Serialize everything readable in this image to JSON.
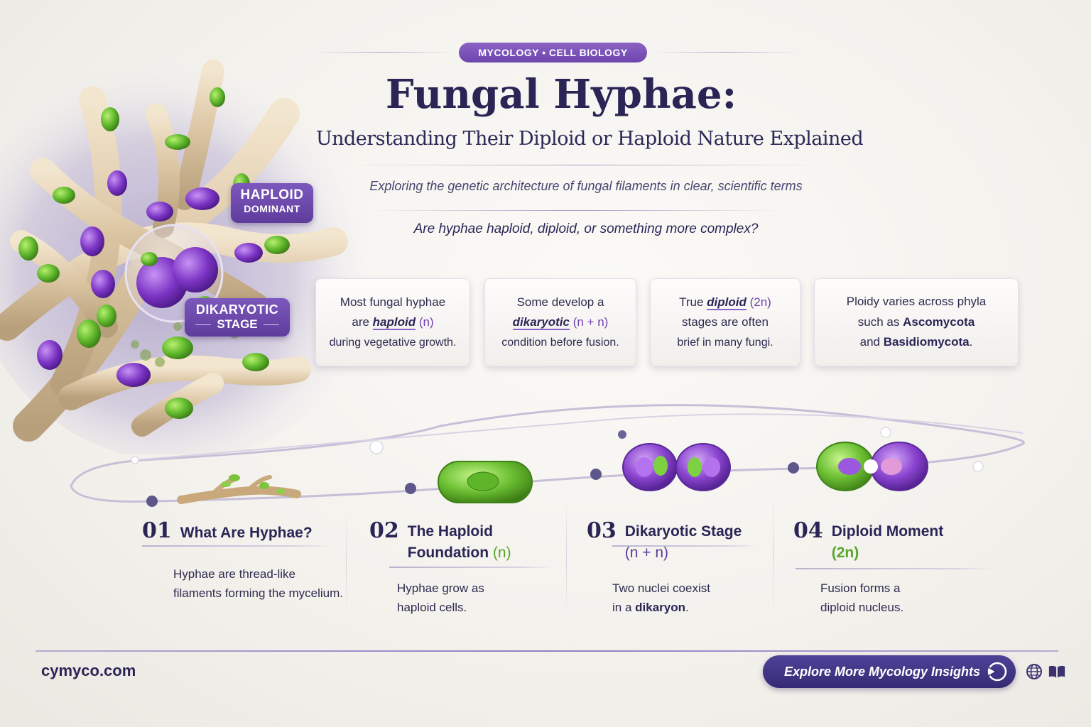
{
  "tag": "MYCOLOGY • CELL BIOLOGY",
  "title": "Fungal Hyphae:",
  "subtitle": "Understanding Their Diploid or Haploid Nature Explained",
  "intro": "Exploring the genetic architecture of fungal filaments in clear, scientific terms",
  "question": "Are hyphae haploid, diploid, or something more complex?",
  "hero_labels": {
    "haploid_line1": "HAPLOID",
    "haploid_line2": "DOMINANT",
    "dikaryotic_line1": "DIKARYOTIC",
    "dikaryotic_line2": "STAGE"
  },
  "cards": [
    {
      "line1": "Most fungal hyphae",
      "pre": "are ",
      "kw": "haploid",
      "note": " (n)",
      "line3": "during vegetative growth."
    },
    {
      "line1": "Some develop a",
      "kw": "dikaryotic",
      "note": " (n + n)",
      "line3": "condition before fusion."
    },
    {
      "pre": "True ",
      "kw": "diploid",
      "note": " (2n)",
      "line2": "stages are often",
      "line3": "brief in many fungi."
    },
    {
      "line1": "Ploidy varies across phyla",
      "line2a": "such as ",
      "b1": "Ascomycota",
      "line3a": "and ",
      "b2": "Basidiomycota",
      "line3b": "."
    }
  ],
  "steps": [
    {
      "num": "01",
      "title1": "What Are Hyphae?",
      "desc1": "Hyphae are thread-like",
      "desc2": "filaments forming the mycelium."
    },
    {
      "num": "02",
      "title1": "The Haploid",
      "title2": "Foundation",
      "note": " (n)",
      "desc1": "Hyphae grow as",
      "desc2": "haploid cells."
    },
    {
      "num": "03",
      "title1": "Dikaryotic Stage",
      "note": "(n + n)",
      "desc1": "Two nuclei coexist",
      "desc2a": "in a ",
      "desc2b": "dikaryon",
      "desc2c": "."
    },
    {
      "num": "04",
      "title1": "Diploid Moment",
      "note": "(2n)",
      "desc1": "Fusion forms a",
      "desc2": "diploid nucleus."
    }
  ],
  "footer": {
    "site": "cymyco.com",
    "cta": "Explore More Mycology Insights"
  },
  "colors": {
    "accent_purple": "#7b4fc0",
    "accent_green": "#5bb52a",
    "navy": "#2b2556",
    "cta_bg": "#3f3484"
  },
  "icons": [
    "pointer-icon",
    "globe-icon",
    "book-icon"
  ]
}
